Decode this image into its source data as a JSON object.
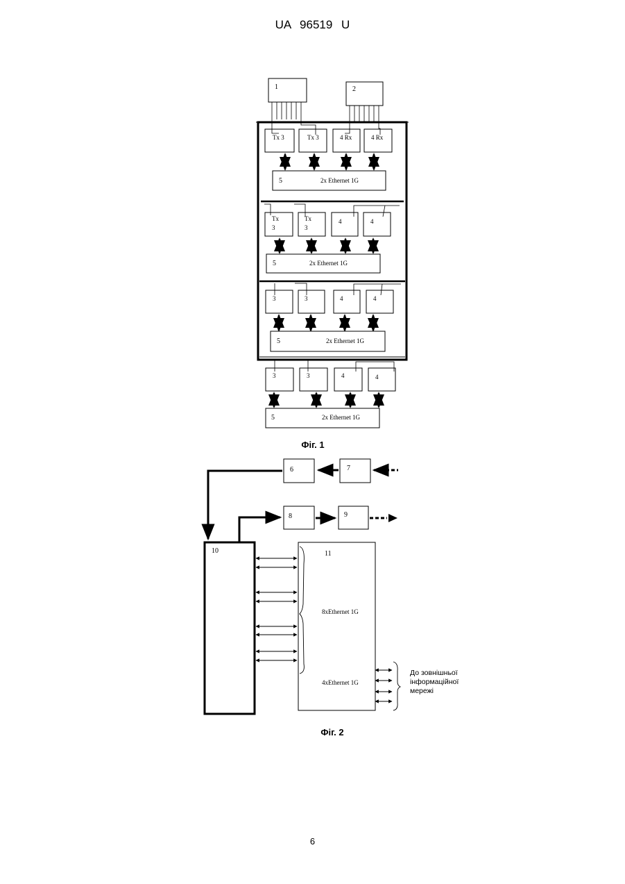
{
  "header": {
    "doc_number": "UA   96519   U"
  },
  "page_number": "6",
  "figure1": {
    "caption": "Фіг. 1",
    "connector_1": "1",
    "connector_2": "2",
    "board1": {
      "tx_a": "Tx  3",
      "tx_b": "Tx  3",
      "rx_a": "4 Rx",
      "rx_b": "4 Rx",
      "switch_num": "5",
      "switch_label": "2x Ethernet 1G"
    },
    "board2": {
      "tx_a_top": "Tx",
      "tx_a_bot": "3",
      "tx_b_top": "Tx",
      "tx_b_bot": "3",
      "rx_a": "4",
      "rx_b": "4",
      "switch_num": "5",
      "switch_label": "2x Ethernet 1G"
    },
    "board3": {
      "tx_a": "3",
      "tx_b": "3",
      "rx_a": "4",
      "rx_b": "4",
      "switch_num": "5",
      "switch_label": "2x Ethernet 1G"
    },
    "board4": {
      "tx_a": "3",
      "tx_b": "3",
      "rx_a": "4",
      "rx_b": "4",
      "switch_num": "5",
      "switch_label": "2x Ethernet 1G"
    }
  },
  "figure2": {
    "caption": "Фіг. 2",
    "block6": "6",
    "block7": "7",
    "block8": "8",
    "block9": "9",
    "block10": "10",
    "block11": "11",
    "internal_links": "8xEthernet 1G",
    "external_links": "4xEthernet 1G",
    "external_note": [
      "До зовнішньої",
      "інформаційної",
      "мережі"
    ]
  }
}
